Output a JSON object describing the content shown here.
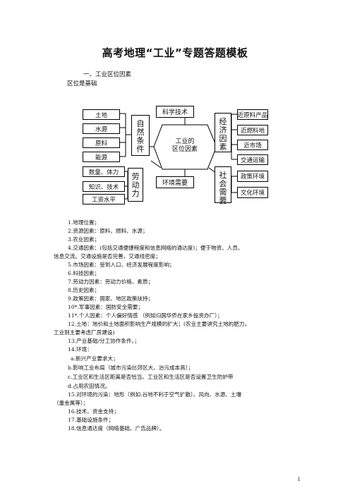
{
  "title": "高考地理“工业”专题答题模板",
  "section": "一、工业区位因素",
  "subsection": "区位是基础",
  "diagram": {
    "center": [
      "工业的",
      "区位因素"
    ],
    "top": "科学技术",
    "bottom": "环境需要",
    "left_group1": {
      "label": [
        "自",
        "然",
        "条",
        "件"
      ],
      "items": [
        "土地",
        "水源",
        "原料",
        "能源"
      ]
    },
    "left_group2": {
      "label": [
        "劳",
        "动",
        "力"
      ],
      "items": [
        "数量、体力",
        "知识、技术",
        "工资水平"
      ]
    },
    "right_group1": {
      "label": [
        "经",
        "济",
        "因",
        "素"
      ],
      "items": [
        "近原料产品",
        "近燃料地",
        "近市场",
        "交通运输"
      ]
    },
    "right_group2": {
      "label": [
        "社",
        "会",
        "需",
        "要"
      ],
      "items": [
        "政策环境",
        "文化环境"
      ]
    }
  },
  "items": [
    "1.地理位置；",
    "2.资源因素：原料、燃料、水源；",
    "3.农业因素；",
    "4.交通因素：(包括交通便捷程度和信息网络的通达度)；便于物资、人员、",
    "信息交流。交通设施是否完善，交通线密度；",
    "5.市场因素：受到人口、经济发展程度影响；",
    "6.科技因素；",
    "7.劳动力因素：劳动力价格、素质；",
    "8.历史因素；",
    "9.政策因素：国家、地区政策扶持；",
    "10*.军事因素：国防安全需要；",
    "11*.个人因素：个人偏好情感 （例如归国华侨在家乡投资办厂）；",
    "12.土地：地价和土地面积影响生产规模的扩大；(农业主要讲究土地的肥力，",
    "工业则主要考虑厂房建设)",
    "13.产业基础/分工协作条件。；",
    "14.环境：",
    "a.新兴产业要求大；",
    "b.影响工业布局（城市污染比郊区大、治污成本高）；",
    "c.工业区和生活区距离是否恰当、工业区和生活区是否设置卫生防护带",
    "d.占用农田情况。",
    "15.对环境的污染：地形（例如.谷地不利于空气扩散）、风向、水源、土壤",
    "（重金属等）；",
    "16.技术、资金支持；",
    "17.基础设施条件；",
    "18.信息通达度（网络基础、广告品牌）。"
  ],
  "page_number": "1"
}
